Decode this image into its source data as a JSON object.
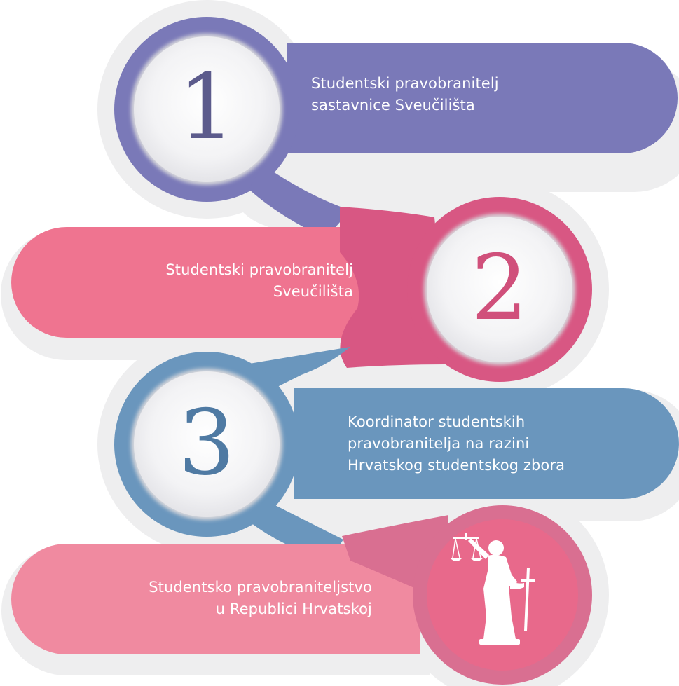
{
  "steps": [
    {
      "number": "1",
      "lines": [
        "Studentski pravobranitelj",
        "sastavnice Sveučilišta"
      ],
      "color": "#7a79b8"
    },
    {
      "number": "2",
      "lines": [
        "Studentski pravobranitelj",
        "Sveučilišta"
      ],
      "color": "#d85783",
      "pill_color": "#ef7490"
    },
    {
      "number": "3",
      "lines": [
        "Koordinator studentskih",
        "pravobranitelja na razini",
        "Hrvatskog studentskog zbora"
      ],
      "color": "#6a96bd"
    },
    {
      "icon": "justice-statue-icon",
      "lines": [
        "Studentsko pravobraniteljstvo",
        "u Republici Hrvatskoj"
      ],
      "color": "#d96f91",
      "pill_color": "#f08aa0",
      "circle_color": "#e8698b"
    }
  ]
}
